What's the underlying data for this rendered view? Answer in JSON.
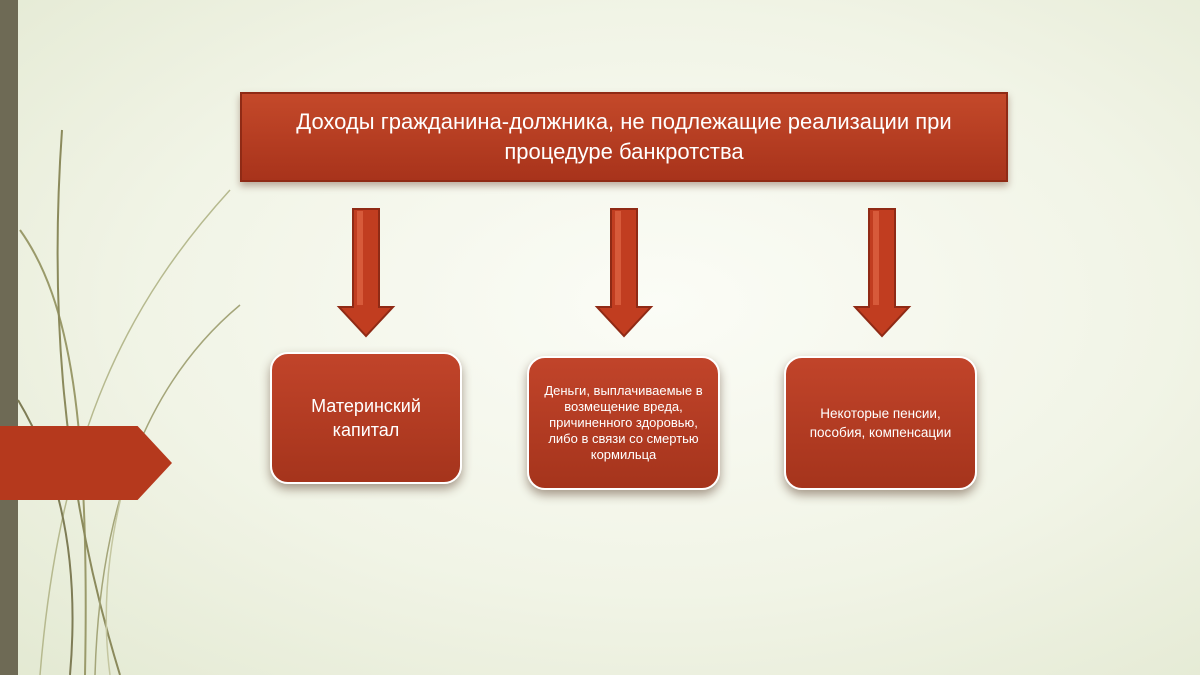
{
  "diagram": {
    "title": "Доходы гражданина-должника, не подлежащие реализации при процедуре банкротства",
    "items": [
      {
        "label": "Материнский капитал"
      },
      {
        "label": "Деньги, выплачиваемые в возмещение вреда, причиненного здоровью, либо в связи со смертью кормильца"
      },
      {
        "label": "Некоторые пенсии, пособия, компенсации"
      }
    ]
  },
  "colors": {
    "accent": "#b5391d",
    "arrow_fill": "#c13d20",
    "side_bar": "#6e6a55"
  }
}
